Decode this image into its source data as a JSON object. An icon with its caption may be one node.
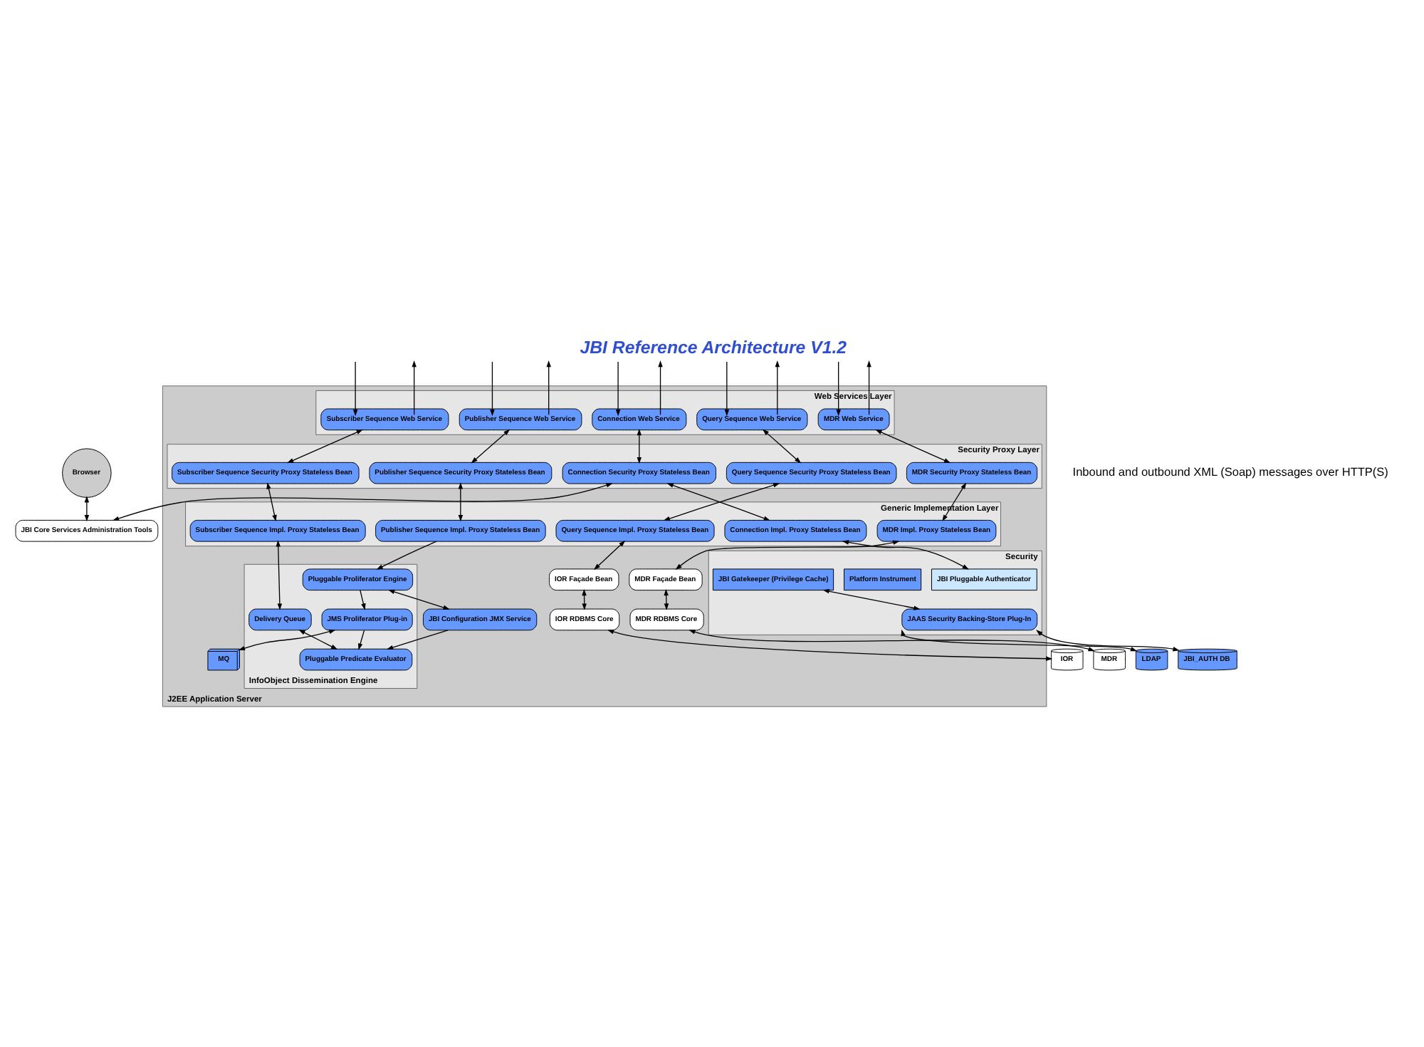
{
  "diagram": {
    "title": "JBI Reference Architecture V1.2",
    "nodes": [
      {
        "text": [
          "J2EE Application Server"
        ]
      },
      {
        "text": [
          "Web Services Layer"
        ],
        "in": 0
      },
      {
        "text": [
          "Subscriber Sequence Web Service"
        ],
        "in": 1
      },
      {
        "text": [
          "Publisher Sequence Web Service"
        ],
        "in": 1
      },
      {
        "text": [
          "Query Sequence Web Service"
        ],
        "in": 1
      },
      {
        "text": [
          "MDR Web Service"
        ],
        "in": 1
      },
      {
        "text": [
          "Connection Web Service"
        ],
        "in": 1
      },
      {
        "text": [
          "Security Proxy Layer"
        ],
        "in": 0
      },
      {
        "text": [
          "Subscriber Sequence Security Proxy Stateless Bean"
        ],
        "in": 7
      },
      {
        "text": [
          "Publisher Sequence Security Proxy Stateless Bean"
        ],
        "in": 7
      },
      {
        "text": [
          "Query Sequence Security Proxy Stateless Bean"
        ],
        "in": 7
      },
      {
        "text": [
          "MDR Security Proxy Stateless Bean"
        ],
        "in": 7
      },
      {
        "text": [
          "Connection Security Proxy Stateless Bean"
        ],
        "in": 7
      },
      {
        "text": [
          "Generic Implementation Layer"
        ],
        "in": 0
      },
      {
        "text": [
          "Subscriber Sequence Impl. Proxy Stateless Bean"
        ],
        "in": 13
      },
      {
        "text": [
          "Publisher Sequence Impl. Proxy Stateless Bean"
        ],
        "in": 13
      },
      {
        "text": [
          "Query Sequence Impl. Proxy Stateless Bean"
        ],
        "in": 13
      },
      {
        "text": [
          "MDR Impl. Proxy Stateless Bean"
        ],
        "in": 13
      },
      {
        "text": [
          "Connection Impl. Proxy Stateless Bean"
        ],
        "in": 13
      },
      {
        "text": [
          "InfoObject Dissemination Engine"
        ],
        "in": 0
      },
      {
        "text": [
          "Delivery Queue"
        ],
        "in": 19
      },
      {
        "text": [
          "Pluggable Proliferator Engine"
        ],
        "in": 19
      },
      {
        "text": [
          "Pluggable Predicate Evaluator"
        ],
        "in": 19
      },
      {
        "text": [
          "JMS Proliferator Plug-in"
        ],
        "in": 19
      },
      {
        "text": [
          "JBI Configuration JMX Service"
        ],
        "in": 0
      },
      {
        "text": [
          "MQ"
        ],
        "in": 0
      },
      {
        "text": [
          "IOR Façade Bean"
        ],
        "in": 0
      },
      {
        "text": [
          "MDR Façade Bean"
        ],
        "in": 0
      },
      {
        "text": [
          "IOR RDBMS Core"
        ],
        "in": 0
      },
      {
        "text": [
          "MDR RDBMS Core"
        ],
        "in": 0
      },
      {
        "text": [
          "Security"
        ],
        "in": 0
      },
      {
        "text": [
          "JBI Pluggable Authenticator"
        ],
        "in": 30
      },
      {
        "text": [
          "Platform Instrument"
        ],
        "in": 30
      },
      {
        "text": [
          "JBI Gatekeeper (Privilege Cache)"
        ],
        "in": 30
      },
      {
        "text": [
          "JAAS Security Backing-Store Plug-In"
        ],
        "in": 30
      },
      {
        "text": [
          "IOR"
        ]
      },
      {
        "text": [
          "MDR"
        ]
      },
      {
        "text": [
          "LDAP"
        ]
      },
      {
        "text": [
          "JBI_AUTH DB"
        ]
      },
      {
        "text": [
          "Browser"
        ]
      },
      {
        "text": [
          "JBI Core Services Administration Tools"
        ]
      }
    ],
    "edges": [
      {
        "from": null,
        "to": 2,
        "arrow": "to"
      },
      {
        "from": 2,
        "to": null,
        "arrow": "to"
      },
      {
        "from": null,
        "to": 3,
        "arrow": "to"
      },
      {
        "from": 3,
        "to": null,
        "arrow": "to"
      },
      {
        "from": null,
        "to": 4,
        "arrow": "to"
      },
      {
        "from": 4,
        "to": null,
        "arrow": "to"
      },
      {
        "from": null,
        "to": 5,
        "arrow": "to"
      },
      {
        "from": 5,
        "to": null,
        "arrow": "to"
      },
      {
        "from": null,
        "to": 6,
        "arrow": "to"
      },
      {
        "from": 6,
        "to": null,
        "arrow": "to"
      },
      {
        "from": 2,
        "to": 8,
        "arrow": "both"
      },
      {
        "from": 3,
        "to": 9,
        "arrow": "both"
      },
      {
        "from": 4,
        "to": 10,
        "arrow": "both"
      },
      {
        "from": 5,
        "to": 11,
        "arrow": "both"
      },
      {
        "from": 6,
        "to": 12,
        "arrow": "both"
      },
      {
        "from": 8,
        "to": 14,
        "arrow": "both"
      },
      {
        "from": 9,
        "to": 15,
        "arrow": "both"
      },
      {
        "from": 10,
        "to": 16,
        "arrow": "both"
      },
      {
        "from": 11,
        "to": 17,
        "arrow": "both"
      },
      {
        "from": 12,
        "to": 18,
        "arrow": "both"
      },
      {
        "from": 12,
        "to": 40,
        "arrow": "both"
      },
      {
        "from": 39,
        "to": 40,
        "arrow": "both"
      },
      {
        "from": 14,
        "to": 20,
        "arrow": "both"
      },
      {
        "from": 15,
        "to": 21,
        "arrow": "to"
      },
      {
        "from": 16,
        "to": 26,
        "arrow": "both"
      },
      {
        "from": 17,
        "to": 27,
        "arrow": "both"
      },
      {
        "from": 18,
        "to": 31,
        "arrow": "both"
      },
      {
        "from": 21,
        "to": 24,
        "arrow": "both"
      },
      {
        "from": 24,
        "to": 22,
        "arrow": "to"
      },
      {
        "from": 20,
        "to": 22,
        "arrow": "both"
      },
      {
        "from": 21,
        "to": 23,
        "arrow": "to"
      },
      {
        "from": 23,
        "to": 22,
        "arrow": "to"
      },
      {
        "from": 23,
        "to": 25,
        "arrow": "both"
      },
      {
        "from": 26,
        "to": 28,
        "arrow": "both"
      },
      {
        "from": 27,
        "to": 29,
        "arrow": "both"
      },
      {
        "from": 28,
        "to": 35,
        "arrow": "both"
      },
      {
        "from": 29,
        "to": 36,
        "arrow": "both"
      },
      {
        "from": 33,
        "to": 34,
        "arrow": "both"
      },
      {
        "from": 34,
        "to": 37,
        "arrow": "both"
      },
      {
        "from": 34,
        "to": 38,
        "arrow": "both"
      }
    ],
    "labels": [
      "Inbound and outbound XML (Soap) messages over HTTP(S)"
    ]
  }
}
